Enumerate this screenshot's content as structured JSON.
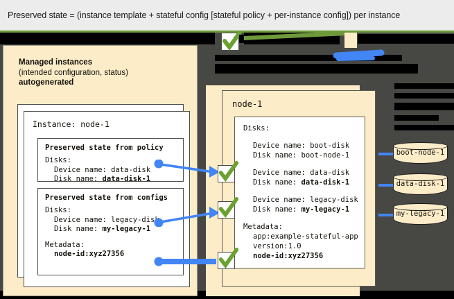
{
  "caption": {
    "text": "Preserved state = (instance template + stateful config [stateful policy + per-instance config]) per instance"
  },
  "colors": {
    "canvas_bg": "#474744",
    "cream": "#fdecc8",
    "accent_blue": "#4285f4",
    "check_green": "#6f9a3b",
    "redaction": "#000000"
  },
  "left_panel": {
    "title_line1": "Managed instances",
    "title_line2": "(intended configuration, status)",
    "title_line3": "autogenerated",
    "instance_label": "Instance: node-1",
    "policy_card": {
      "heading": "Preserved state from policy",
      "lines": [
        {
          "text": "Disks:",
          "indent": false,
          "bold": false
        },
        {
          "text": "Device name: data-disk",
          "indent": true,
          "bold": false
        },
        {
          "text": "Disk name: ",
          "indent": true,
          "bold": false,
          "bold_tail": "data-disk-1"
        }
      ]
    },
    "configs_card": {
      "heading": "Preserved state from configs",
      "lines": [
        {
          "text": "Disks:",
          "indent": false,
          "bold": false
        },
        {
          "text": "Device name: legacy-disk",
          "indent": true,
          "bold": false
        },
        {
          "text": "Disk name: ",
          "indent": true,
          "bold": false,
          "bold_tail": "my-legacy-1"
        },
        {
          "text": "Metadata:",
          "indent": false,
          "bold": false
        },
        {
          "text": "node-id:xyz27356",
          "indent": true,
          "bold": true
        }
      ]
    }
  },
  "right_panel": {
    "node_title": "node-1",
    "disks_label": "Disks:",
    "boot_device": "Device name: boot-disk",
    "boot_disk": "Disk name: boot-node-1",
    "data_device": "Device name: data-disk",
    "data_disk_prefix": "Disk name: ",
    "data_disk_value": "data-disk-1",
    "legacy_device": "Device name: legacy-disk",
    "legacy_disk_prefix": "Disk name: ",
    "legacy_disk_value": "my-legacy-1",
    "metadata_label": "Metadata:",
    "metadata_app": "app:example-stateful-app",
    "metadata_version": "version:1.0",
    "metadata_nodeid": "node-id:xyz27356"
  },
  "disks": [
    {
      "label": "boot-node-1"
    },
    {
      "label": "data-disk-1"
    },
    {
      "label": "my-legacy-1"
    }
  ],
  "checkmarks": [
    {
      "name": "check-data-disk"
    },
    {
      "name": "check-legacy-disk"
    },
    {
      "name": "check-metadata-nodeid"
    }
  ]
}
